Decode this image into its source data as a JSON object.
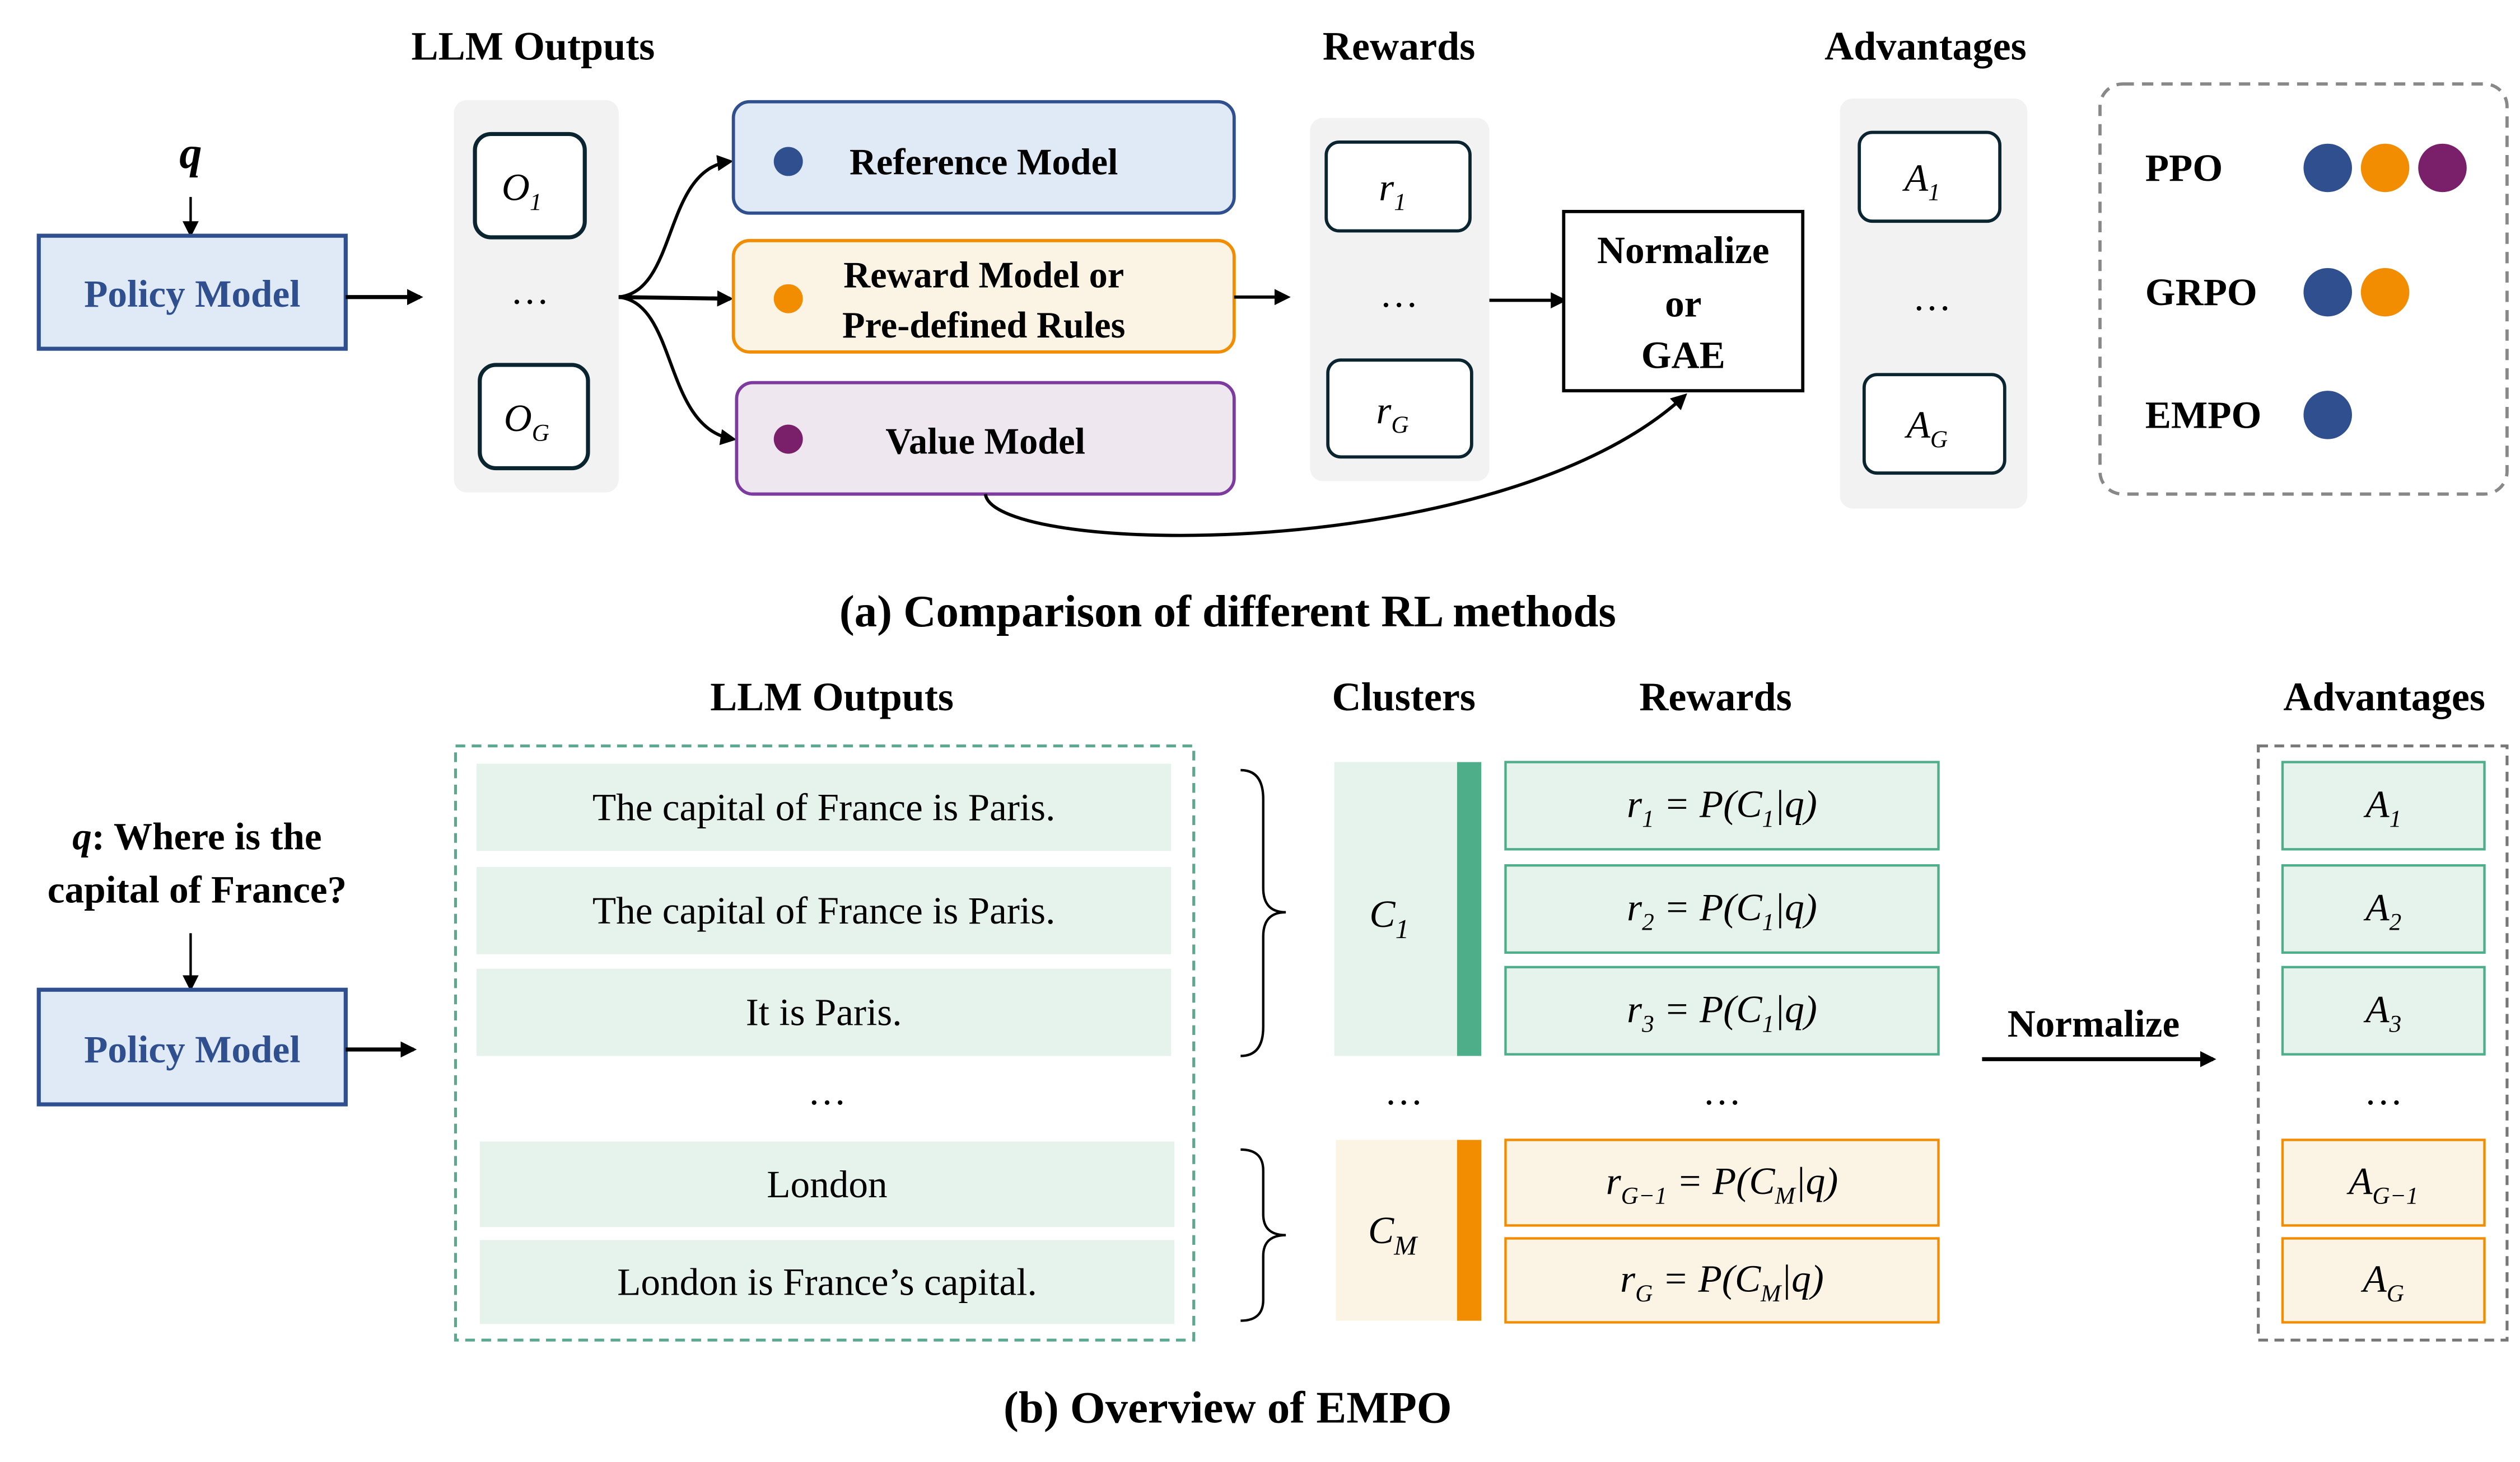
{
  "colors": {
    "blue": "#2f4f8f",
    "blue_fill": "#dfeaf6",
    "orange": "#f28c00",
    "orange_fill": "#fbf3e4",
    "purple": "#7d3ba0",
    "purple_dot": "#7a1f6a",
    "purple_fill": "#efe7ef",
    "green": "#4fae8a",
    "green_fill": "#e6f2ec",
    "gray_panel": "#f2f2f2"
  },
  "part_a": {
    "titles": {
      "llm_outputs": "LLM Outputs",
      "rewards": "Rewards",
      "advantages": "Advantages"
    },
    "query": "q",
    "policy_model": "Policy Model",
    "outputs": {
      "first": {
        "base": "O",
        "sub": "1"
      },
      "ellipsis": "…",
      "last": {
        "base": "O",
        "sub": "G"
      }
    },
    "models": {
      "reference": "Reference Model",
      "reward_line1": "Reward Model or",
      "reward_line2": "Pre-defined Rules",
      "value": "Value Model"
    },
    "rewards": {
      "first": {
        "base": "r",
        "sub": "1"
      },
      "ellipsis": "…",
      "last": {
        "base": "r",
        "sub": "G"
      }
    },
    "normalize": {
      "line1": "Normalize",
      "line2": "or",
      "line3": "GAE"
    },
    "advantages": {
      "first": {
        "base": "A",
        "sub": "1"
      },
      "ellipsis": "…",
      "last": {
        "base": "A",
        "sub": "G"
      }
    },
    "legend": [
      {
        "label": "PPO",
        "dots": [
          "blue",
          "orange",
          "purple"
        ]
      },
      {
        "label": "GRPO",
        "dots": [
          "blue",
          "orange"
        ]
      },
      {
        "label": "EMPO",
        "dots": [
          "blue"
        ]
      }
    ],
    "caption": "(a) Comparison of different RL methods"
  },
  "part_b": {
    "titles": {
      "llm_outputs": "LLM Outputs",
      "clusters": "Clusters",
      "rewards": "Rewards",
      "advantages": "Advantages"
    },
    "query_label": "q",
    "query_line1": ":  Where is the",
    "query_line2": "capital of France?",
    "policy_model": "Policy Model",
    "outputs": [
      "The capital of France is Paris.",
      "The capital of France is Paris.",
      "It is Paris.",
      "…",
      "London",
      "London is France’s capital."
    ],
    "clusters": [
      {
        "base": "C",
        "sub": "1"
      },
      {
        "base": "C",
        "sub": "M"
      }
    ],
    "cluster_ellipsis": "…",
    "rewards": [
      [
        {
          "t": "r"
        },
        {
          "s": "1"
        },
        {
          "t": " = P(C"
        },
        {
          "s": "1"
        },
        {
          "t": "|q)"
        }
      ],
      [
        {
          "t": "r"
        },
        {
          "s": "2"
        },
        {
          "t": " = P(C"
        },
        {
          "s": "1"
        },
        {
          "t": "|q)"
        }
      ],
      [
        {
          "t": "r"
        },
        {
          "s": "3"
        },
        {
          "t": " = P(C"
        },
        {
          "s": "1"
        },
        {
          "t": "|q)"
        }
      ],
      [
        {
          "t": "…"
        }
      ],
      [
        {
          "t": "r"
        },
        {
          "s": "G−1"
        },
        {
          "t": " = P(C"
        },
        {
          "s": "M"
        },
        {
          "t": "|q)"
        }
      ],
      [
        {
          "t": "r"
        },
        {
          "s": "G"
        },
        {
          "t": " = P(C"
        },
        {
          "s": "M"
        },
        {
          "t": "|q)"
        }
      ]
    ],
    "normalize": "Normalize",
    "advantages": [
      [
        {
          "t": "A"
        },
        {
          "s": "1"
        }
      ],
      [
        {
          "t": "A"
        },
        {
          "s": "2"
        }
      ],
      [
        {
          "t": "A"
        },
        {
          "s": "3"
        }
      ],
      [
        {
          "t": "…"
        }
      ],
      [
        {
          "t": "A"
        },
        {
          "s": "G−1"
        }
      ],
      [
        {
          "t": "A"
        },
        {
          "s": "G"
        }
      ]
    ],
    "caption": "(b) Overview of EMPO"
  }
}
